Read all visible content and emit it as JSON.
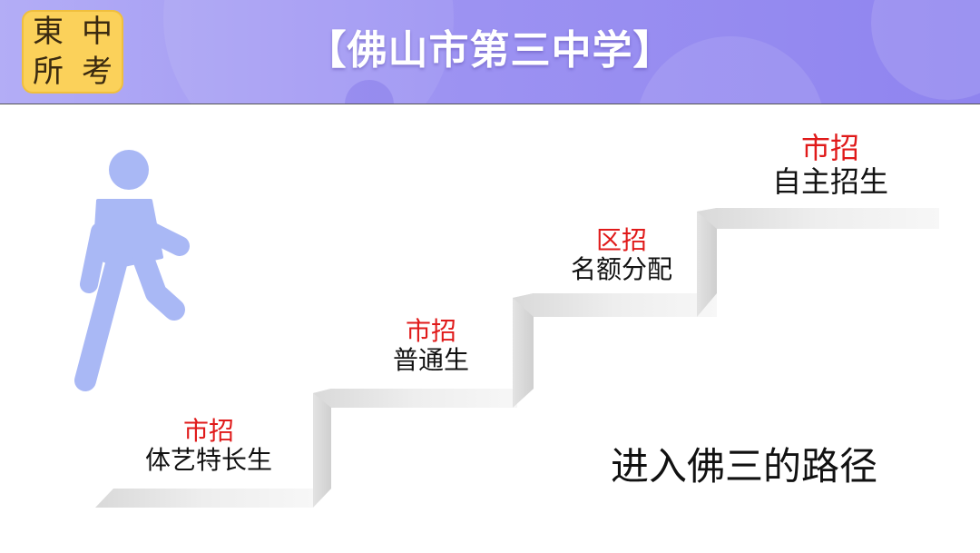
{
  "header": {
    "logo_chars": [
      "東",
      "中",
      "所",
      "考"
    ],
    "title": "【佛山市第三中学】"
  },
  "steps": [
    {
      "type": "市招",
      "name": "体艺特长生"
    },
    {
      "type": "市招",
      "name": "普通生"
    },
    {
      "type": "区招",
      "name": "名额分配"
    },
    {
      "type": "市招",
      "name": "自主招生"
    }
  ],
  "caption": "进入佛三的路径",
  "colors": {
    "banner": "#9d93f2",
    "logo_bg": "#fbd15a",
    "highlight": "#e01a1a",
    "figure": "#a9b8f5"
  }
}
